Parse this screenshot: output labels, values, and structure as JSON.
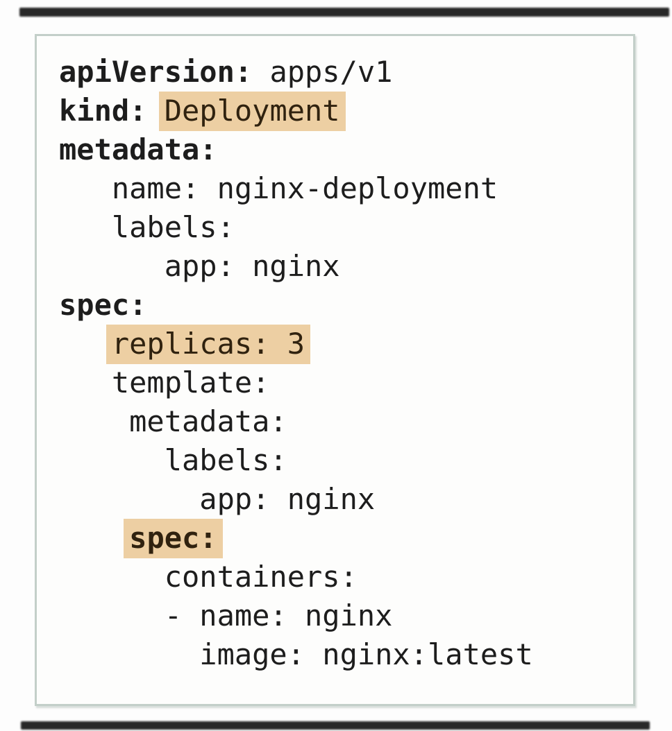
{
  "page": {
    "background_color": "#fdfdfd",
    "letterbox_color": "#171717"
  },
  "panel": {
    "border_color": "#c3cfc9",
    "background_color": "#fdfdfc",
    "highlight_color": "#edcfa3"
  },
  "code": {
    "language": "yaml",
    "lines": [
      {
        "segments": [
          {
            "text": "apiVersion:"
          },
          {
            "text": " apps/v1"
          }
        ]
      },
      {
        "segments": [
          {
            "text": "kind:"
          },
          {
            "text": " "
          },
          {
            "text": "Deployment"
          }
        ]
      },
      {
        "segments": [
          {
            "text": "metadata:"
          }
        ]
      },
      {
        "segments": [
          {
            "text": "   name: nginx-deployment"
          }
        ]
      },
      {
        "segments": [
          {
            "text": "   labels:"
          }
        ]
      },
      {
        "segments": [
          {
            "text": "      app: nginx"
          }
        ]
      },
      {
        "segments": [
          {
            "text": "spec:"
          }
        ]
      },
      {
        "segments": [
          {
            "text": "   "
          },
          {
            "text": "replicas: 3"
          }
        ]
      },
      {
        "segments": [
          {
            "text": "   template:"
          }
        ]
      },
      {
        "segments": [
          {
            "text": "    metadata:"
          }
        ]
      },
      {
        "segments": [
          {
            "text": "      labels:"
          }
        ]
      },
      {
        "segments": [
          {
            "text": "        app: nginx"
          }
        ]
      },
      {
        "segments": [
          {
            "text": "    "
          },
          {
            "text": "spec:"
          }
        ]
      },
      {
        "segments": [
          {
            "text": "      containers:"
          }
        ]
      },
      {
        "segments": [
          {
            "text": "      - name: nginx"
          }
        ]
      },
      {
        "segments": [
          {
            "text": "        image: nginx:latest"
          }
        ]
      }
    ]
  }
}
